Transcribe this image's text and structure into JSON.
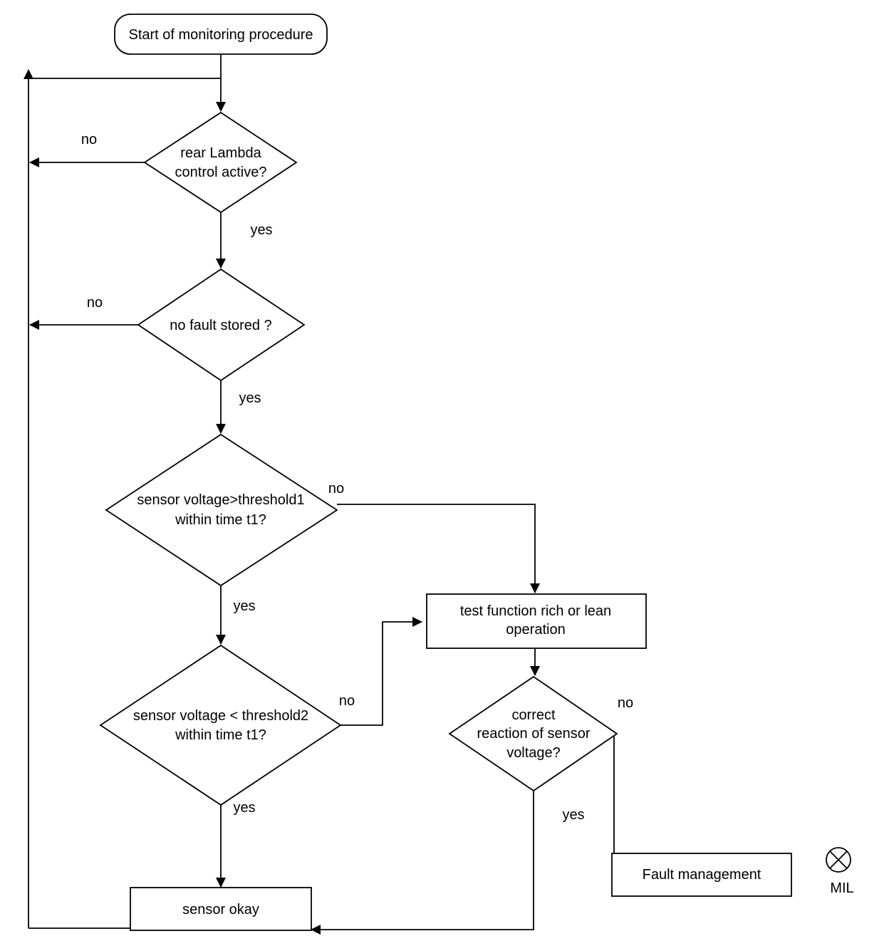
{
  "nodes": {
    "start": "Start of monitoring procedure",
    "d1": [
      "rear Lambda",
      "control active?"
    ],
    "d2": [
      "no fault stored ?"
    ],
    "d3": [
      "sensor voltage>threshold1",
      "within time t1?"
    ],
    "d4": [
      "sensor voltage < threshold2",
      "within time t1?"
    ],
    "test": [
      "test function rich or lean",
      "operation"
    ],
    "d5": [
      "correct",
      "reaction of sensor",
      "voltage?"
    ],
    "ok": "sensor okay",
    "fault": "Fault management",
    "mil": "MIL"
  },
  "edges": {
    "d1_no": "no",
    "d1_yes": "yes",
    "d2_no": "no",
    "d2_yes": "yes",
    "d3_no": "no",
    "d3_yes": "yes",
    "d4_no": "no",
    "d4_yes": "yes",
    "d5_no": "no",
    "d5_yes": "yes"
  }
}
